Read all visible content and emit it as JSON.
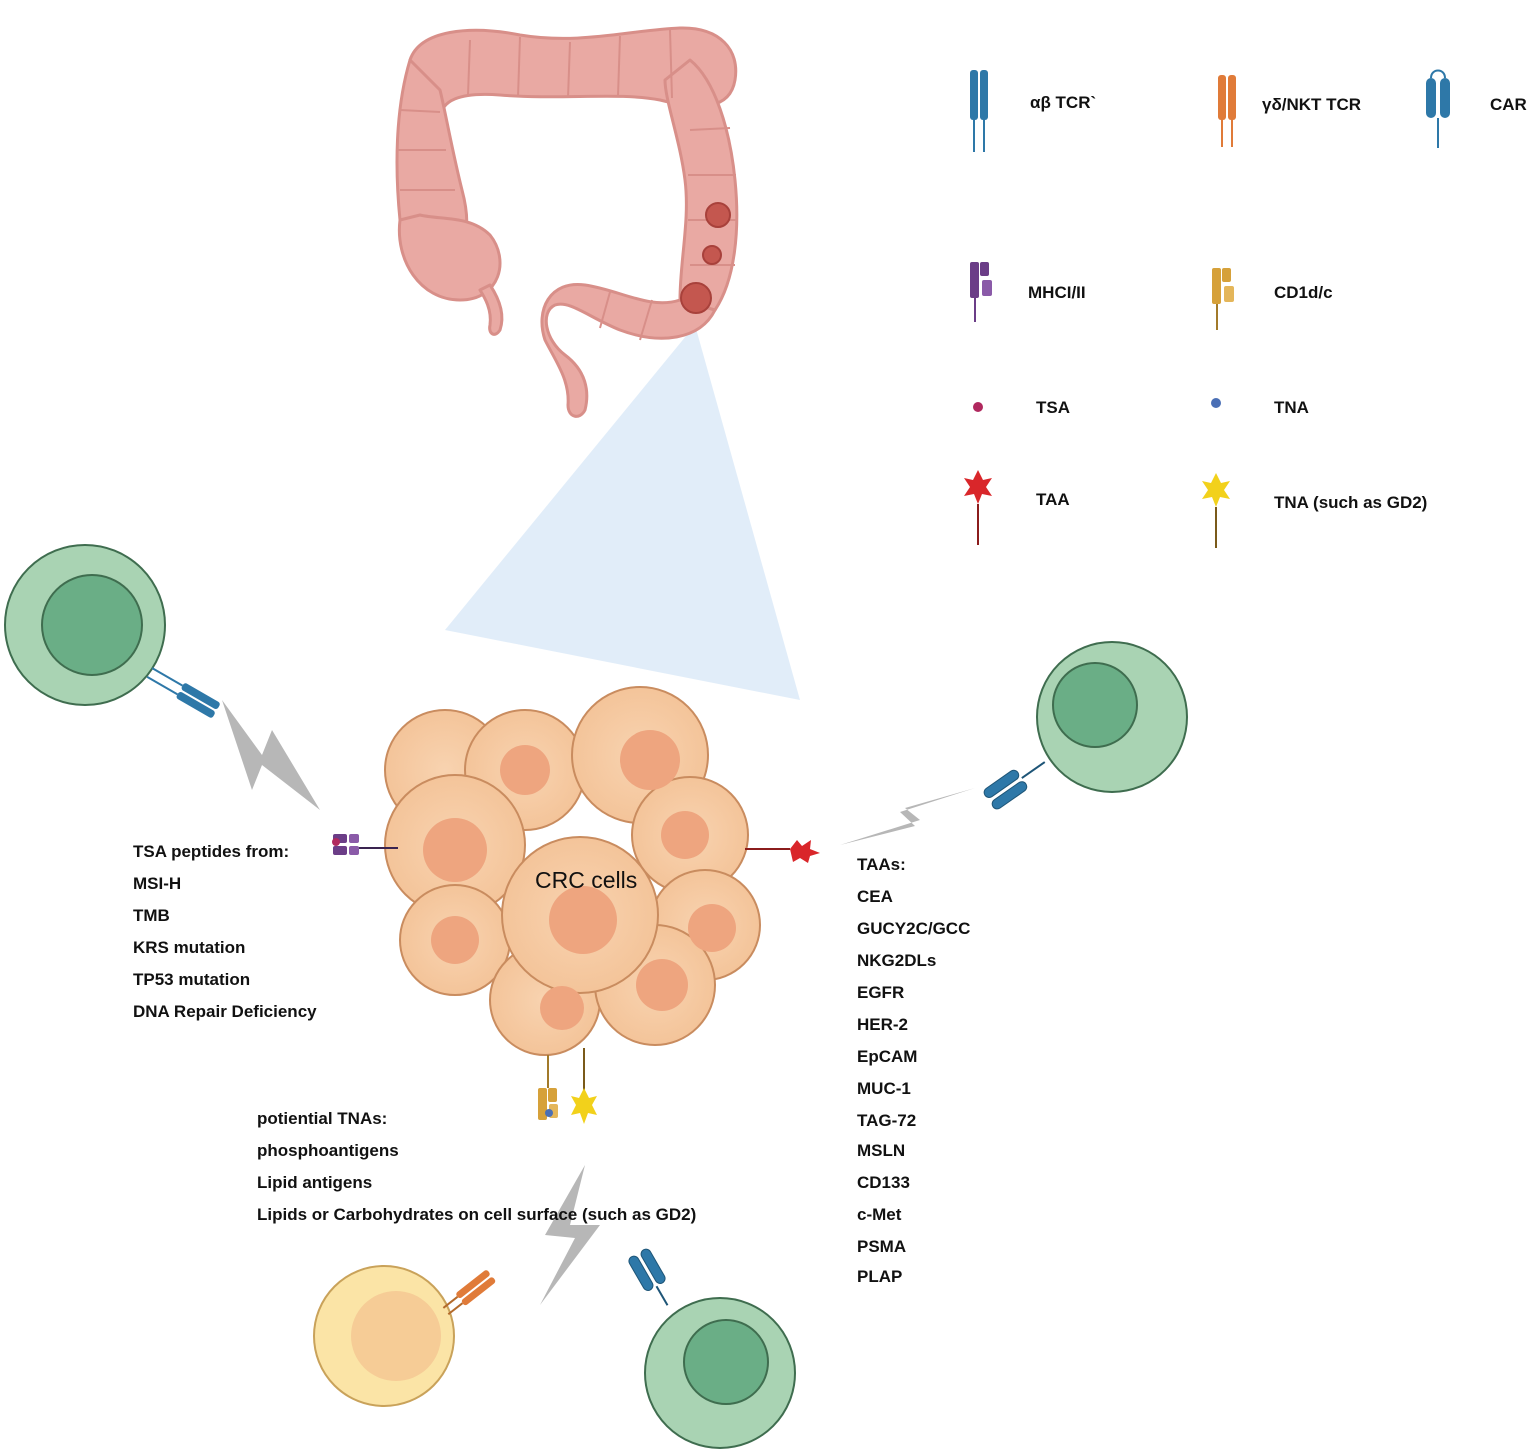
{
  "legend": {
    "ab_tcr": "αβ TCR`",
    "gd_nkt_tcr": "γδ/NKT TCR",
    "car": "CAR",
    "mhc": "MHCI/II",
    "cd1": "CD1d/c",
    "tsa": "TSA",
    "tna": "TNA",
    "taa": "TAA",
    "tna_gd2": "TNA (such as GD2)"
  },
  "center": {
    "label": "CRC cells"
  },
  "tsa_block": {
    "title": "TSA peptides from:",
    "items": [
      "MSI-H",
      "TMB",
      "KRS mutation",
      "TP53 mutation",
      "DNA Repair Deficiency"
    ]
  },
  "taa_block": {
    "title": "TAAs:",
    "items": [
      "CEA",
      "GUCY2C/GCC",
      "NKG2DLs",
      "EGFR",
      "HER-2",
      "EpCAM",
      "MUC-1",
      "TAG-72",
      "MSLN",
      "CD133",
      "c-Met",
      "PSMA",
      "PLAP"
    ]
  },
  "tna_block": {
    "title": "potiential TNAs:",
    "items": [
      "phosphoantigens",
      "Lipid antigens",
      "Lipids or Carbohydrates on cell surface (such as GD2)"
    ]
  },
  "colors": {
    "ab_tcr": "#2e78a8",
    "gd_tcr": "#e07b39",
    "mhc": "#6b3d87",
    "cd1": "#d6a13a",
    "tsa_dot": "#b0285e",
    "tna_dot": "#4a6fb5",
    "taa": "#d9262a",
    "gd2": "#f2d11b",
    "colon": "#e9a9a3",
    "tumor_cell": "#f6c9a2",
    "t_cell": "#a9d3b3",
    "t_cell_nucleus": "#6aae86",
    "gd_cell": "#fbe4a6"
  }
}
